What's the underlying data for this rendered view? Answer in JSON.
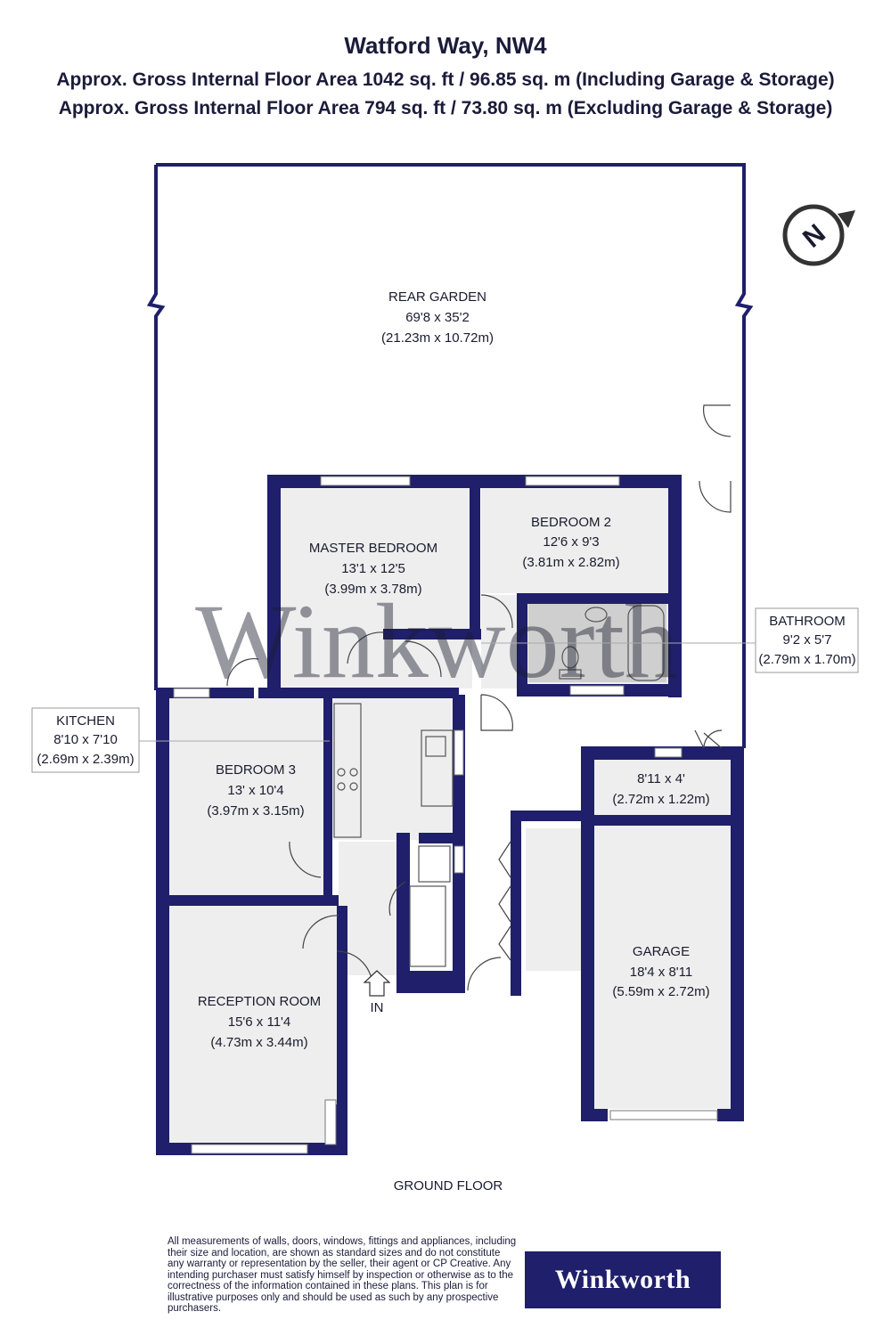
{
  "header": {
    "title": "Watford Way, NW4",
    "line1": "Approx. Gross Internal Floor Area 1042 sq. ft / 96.85 sq. m (Including Garage & Storage)",
    "line2": "Approx. Gross Internal Floor Area 794 sq. ft / 73.80 sq. m (Excluding Garage & Storage)"
  },
  "colors": {
    "wall": "#1f1f6b",
    "floor": "#eeeeee",
    "watermark": "#c9d0e6"
  },
  "compass_letter": "N",
  "watermark": "Winkworth",
  "rooms": {
    "rear_garden": {
      "name": "REAR GARDEN",
      "imperial": "69'8 x 35'2",
      "metric": "(21.23m x 10.72m)"
    },
    "master_bedroom": {
      "name": "MASTER BEDROOM",
      "imperial": "13'1 x 12'5",
      "metric": "(3.99m x 3.78m)"
    },
    "bedroom2": {
      "name": "BEDROOM 2",
      "imperial": "12'6 x 9'3",
      "metric": "(3.81m x 2.82m)"
    },
    "bathroom": {
      "name": "BATHROOM",
      "imperial": "9'2 x 5'7",
      "metric": "(2.79m x 1.70m)"
    },
    "kitchen": {
      "name": "KITCHEN",
      "imperial": "8'10 x 7'10",
      "metric": "(2.69m x 2.39m)"
    },
    "bedroom3": {
      "name": "BEDROOM 3",
      "imperial": "13' x 10'4",
      "metric": "(3.97m x 3.15m)"
    },
    "storage": {
      "imperial": "8'11 x 4'",
      "metric": "(2.72m x 1.22m)"
    },
    "garage": {
      "name": "GARAGE",
      "imperial": "18'4 x 8'11",
      "metric": "(5.59m x 2.72m)"
    },
    "reception": {
      "name": "RECEPTION ROOM",
      "imperial": "15'6 x 11'4",
      "metric": "(4.73m x 3.44m)"
    }
  },
  "entrance_label": "IN",
  "floor_label": "GROUND FLOOR",
  "disclaimer": "All measurements of walls, doors, windows, fittings and appliances, including their size and location, are shown as standard sizes and do not constitute any warranty or representation by the seller, their agent or CP Creative. Any intending purchaser must satisfy himself by inspection or otherwise as to the correctness of the information contained in these plans. This plan is for illustrative purposes only and should be used as such by any prospective purchasers.",
  "logo_text": "Winkworth"
}
